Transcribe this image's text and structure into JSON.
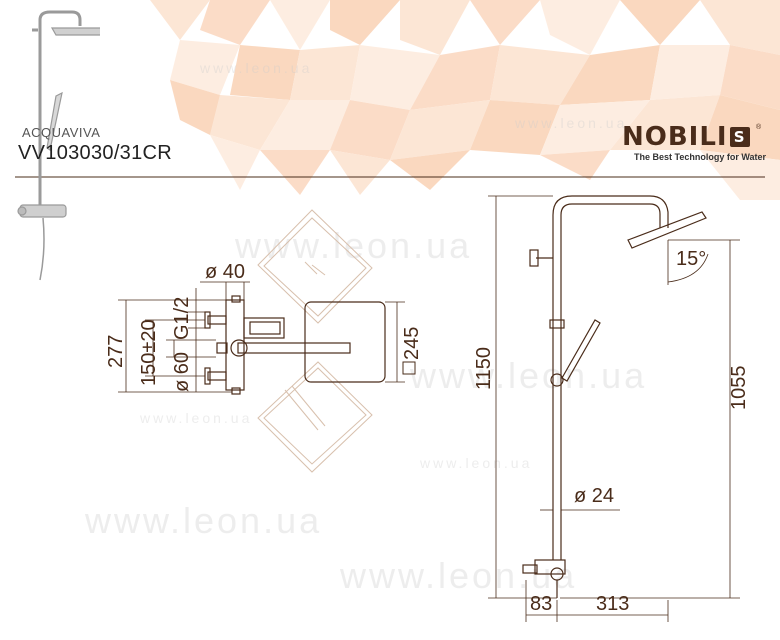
{
  "product": {
    "series": "ACQUAVIVA",
    "code": "VV103030/31CR"
  },
  "brand": {
    "logo_text": "NOBILI",
    "tagline": "The Best Technology for Water",
    "color": "#4a2c1a"
  },
  "watermark": "www.leon.ua",
  "dimensions": {
    "front": {
      "diameter_top": "ø 40",
      "thread": "G1/2",
      "total_height": "277",
      "spacing": "150±20",
      "diameter_bottom": "ø 60",
      "head_size": "245"
    },
    "side": {
      "total_height": "1150",
      "head_height": "1055",
      "angle": "15°",
      "pipe_diameter": "ø 24",
      "offset_bottom": "83",
      "arm_length": "313"
    }
  },
  "colors": {
    "drawing": "#4a2c1a",
    "header_pattern": "#f6b98c"
  }
}
